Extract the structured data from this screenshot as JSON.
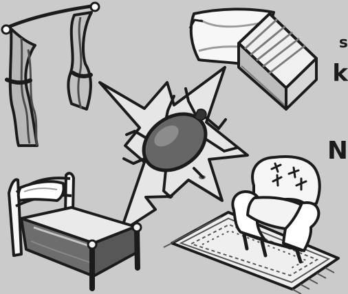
{
  "illustration": {
    "center": "dust-mite",
    "items": [
      "curtain",
      "pillow",
      "mattress",
      "bed",
      "armchair",
      "rug"
    ],
    "colors": {
      "background": "#cbcbcb",
      "outline": "#1b1b1b",
      "light_fill": "#f2f2f2",
      "mid_fill": "#9b9b9b",
      "dark_fill": "#555555",
      "burst_fill": "#e5e5e5"
    }
  },
  "edge_text": [
    "s",
    "k",
    "N"
  ]
}
